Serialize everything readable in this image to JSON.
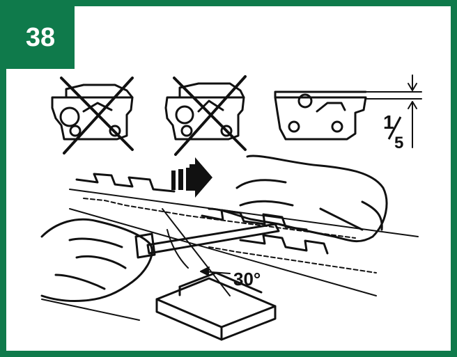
{
  "step_number": "38",
  "fraction": {
    "numerator": "1",
    "denominator": "5"
  },
  "angle_label": "30°",
  "colors": {
    "frame": "#0f7a4b",
    "badge_text": "#ffffff",
    "ink": "#111111"
  }
}
